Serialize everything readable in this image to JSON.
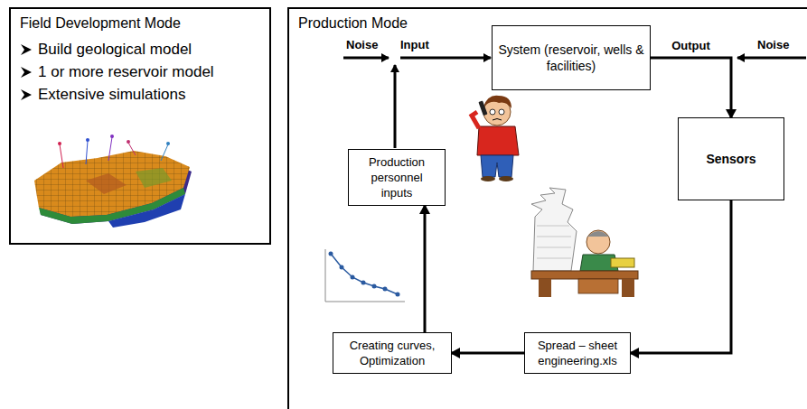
{
  "diagram": {
    "nodes": [
      {
        "text": [
          "Field Development Mode",
          "Build geological model",
          "1 or more reservoir model",
          "Extensive simulations"
        ]
      },
      {
        "text": [
          "Production Mode"
        ]
      },
      {
        "text": [
          "System (reservoir, wells & facilities)"
        ],
        "in": 1
      },
      {
        "text": [
          "Sensors"
        ],
        "in": 1
      },
      {
        "text": [
          "Spread – sheet engineering.xls"
        ],
        "in": 1
      },
      {
        "text": [
          "Creating curves, Optimization"
        ],
        "in": 1
      },
      {
        "text": [
          "Production personnel inputs"
        ],
        "in": 1
      }
    ],
    "edges": [
      {
        "from": 2,
        "to": 3,
        "label": "Output",
        "arrow": "to"
      },
      {
        "from": 3,
        "to": 4,
        "arrow": "to"
      },
      {
        "from": 4,
        "to": 5,
        "arrow": "to"
      },
      {
        "from": 5,
        "to": 6,
        "arrow": "to"
      }
    ],
    "labels": [
      "Noise",
      "Input",
      "Noise"
    ]
  }
}
